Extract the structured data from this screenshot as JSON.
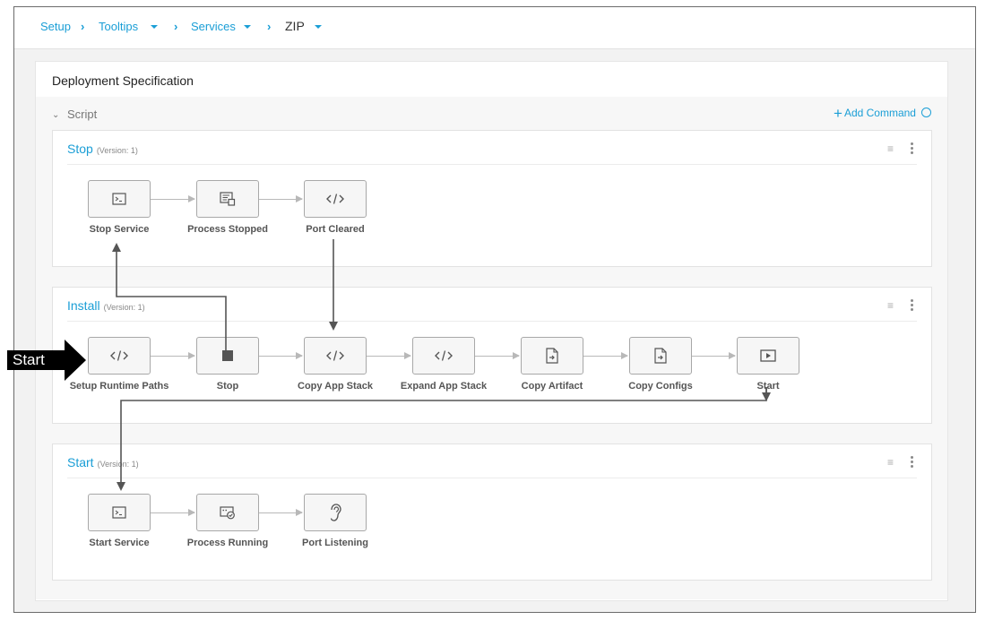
{
  "breadcrumb": {
    "items": [
      {
        "label": "Setup",
        "dropdown": false
      },
      {
        "label": "Tooltips",
        "dropdown": true
      },
      {
        "label": "Services",
        "dropdown": true
      },
      {
        "label": "ZIP",
        "dropdown": true
      }
    ]
  },
  "panel": {
    "title": "Deployment Specification",
    "script_label": "Script",
    "add_command_label": "Add Command"
  },
  "sections": [
    {
      "title": "Stop",
      "version": "(Version: 1)",
      "steps": [
        {
          "label": "Stop Service",
          "icon": "terminal-icon"
        },
        {
          "label": "Process Stopped",
          "icon": "process-icon"
        },
        {
          "label": "Port Cleared",
          "icon": "code-icon"
        }
      ]
    },
    {
      "title": "Install",
      "version": "(Version: 1)",
      "steps": [
        {
          "label": "Setup Runtime Paths",
          "icon": "code-icon"
        },
        {
          "label": "Stop",
          "icon": "stop-icon"
        },
        {
          "label": "Copy App Stack",
          "icon": "code-icon"
        },
        {
          "label": "Expand App Stack",
          "icon": "code-icon"
        },
        {
          "label": "Copy Artifact",
          "icon": "file-copy-icon"
        },
        {
          "label": "Copy Configs",
          "icon": "file-copy-icon"
        },
        {
          "label": "Start",
          "icon": "play-icon"
        }
      ]
    },
    {
      "title": "Start",
      "version": "(Version: 1)",
      "steps": [
        {
          "label": "Start Service",
          "icon": "terminal-icon"
        },
        {
          "label": "Process Running",
          "icon": "process-running-icon"
        },
        {
          "label": "Port Listening",
          "icon": "ear-icon"
        }
      ]
    }
  ],
  "callout": {
    "label": "Start"
  },
  "colors": {
    "accent": "#1a9ed6",
    "node_border": "#a8a8a8",
    "callout": "#000000"
  }
}
